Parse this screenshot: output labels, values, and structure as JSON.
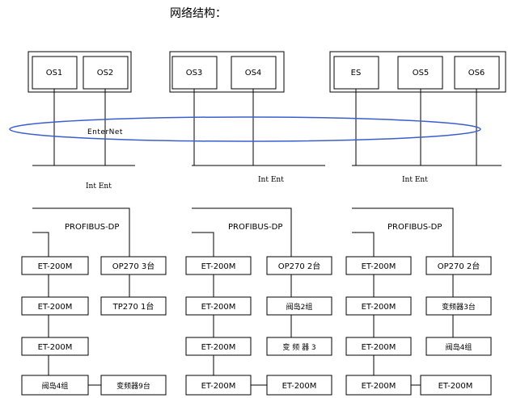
{
  "title": "网络结构：",
  "ethernet_label": "EnterNet",
  "stations": {
    "group1": [
      "OS1",
      "OS2"
    ],
    "group2": [
      "OS3",
      "OS4"
    ],
    "group3": [
      "ES",
      "OS5",
      "OS6"
    ]
  },
  "subnet_labels": [
    "Int Ent",
    "Int Ent",
    "Int Ent"
  ],
  "profibus_label": "PROFIBUS-DP",
  "sections": [
    {
      "left": [
        "ET-200M",
        "ET-200M",
        "ET-200M",
        "阀岛4组"
      ],
      "right": [
        "OP270 3台",
        "TP270 1台",
        "",
        "变频器9台"
      ]
    },
    {
      "left": [
        "ET-200M",
        "ET-200M",
        "ET-200M",
        "ET-200M"
      ],
      "right": [
        "OP270 2台",
        "阀岛2组",
        "变 频 器 3",
        "ET-200M"
      ]
    },
    {
      "left": [
        "ET-200M",
        "ET-200M",
        "ET-200M",
        "ET-200M"
      ],
      "right": [
        "OP270 2台",
        "变频器3台",
        "阀岛4组",
        "ET-200M"
      ]
    }
  ],
  "colors": {
    "ring": "#3a5fcd",
    "line": "#000000"
  }
}
